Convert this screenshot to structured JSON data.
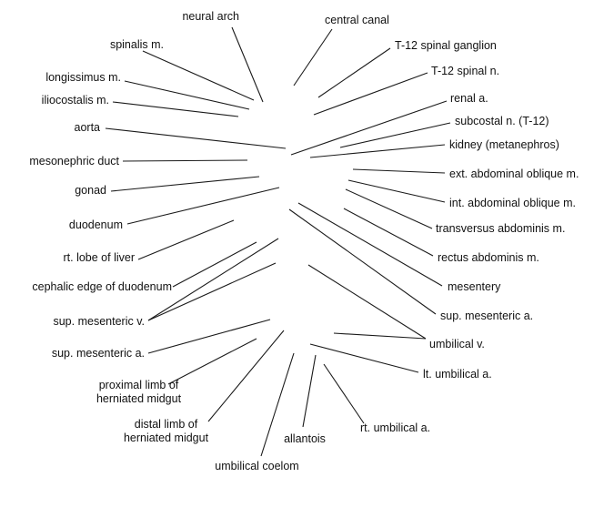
{
  "labels": {
    "neural_arch": "neural arch",
    "central_canal": "central canal",
    "spinalis": "spinalis m.",
    "t12_ganglion": "T-12 spinal ganglion",
    "longissimus": "longissimus m.",
    "t12_nerve": "T-12 spinal n.",
    "iliocostalis": "iliocostalis m.",
    "renal_a": "renal a.",
    "aorta": "aorta",
    "subcostal": "subcostal n. (T-12)",
    "kidney": "kidney (metanephros)",
    "mesonephric": "mesonephric duct",
    "ext_oblique": "ext. abdominal oblique m.",
    "gonad": "gonad",
    "int_oblique": "int. abdominal oblique m.",
    "duodenum": "duodenum",
    "transversus": "transversus abdominis m.",
    "liver": "rt. lobe of liver",
    "rectus": "rectus abdominis m.",
    "cephalic_duodenum": "cephalic edge of duodenum",
    "mesentery": "mesentery",
    "sup_mes_v": "sup. mesenteric v.",
    "sup_mes_a_right": "sup. mesenteric a.",
    "umbilical_v": "umbilical v.",
    "sup_mes_a_left": "sup. mesenteric a.",
    "lt_umbilical": "lt. umbilical a.",
    "proximal_limb_1": "proximal limb of",
    "proximal_limb_2": "herniated midgut",
    "distal_limb_1": "distal limb of",
    "distal_limb_2": "herniated midgut",
    "rt_umbilical": "rt. umbilical a.",
    "allantois": "allantois",
    "umbilical_coelom": "umbilical coelom"
  }
}
